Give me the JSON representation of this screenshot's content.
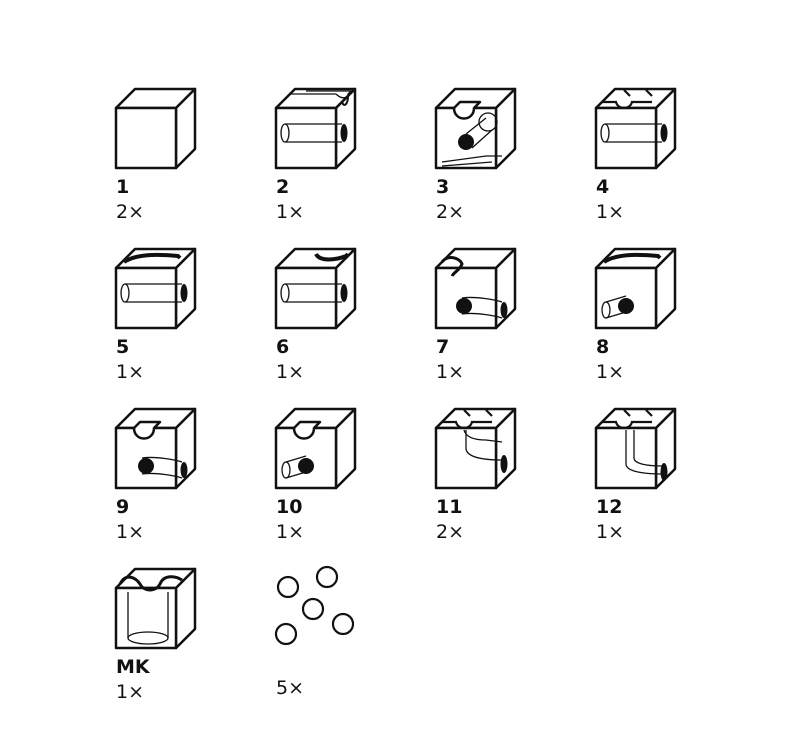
{
  "colors": {
    "ink": "#111111",
    "background": "#ffffff"
  },
  "parts": [
    {
      "id": "1",
      "count": "2×",
      "variant": "plain"
    },
    {
      "id": "2",
      "count": "1×",
      "variant": "side-channel-tube"
    },
    {
      "id": "3",
      "count": "2×",
      "variant": "front-notch-diagonal-ball"
    },
    {
      "id": "4",
      "count": "1×",
      "variant": "double-notch-tube"
    },
    {
      "id": "5",
      "count": "1×",
      "variant": "curve-tube"
    },
    {
      "id": "6",
      "count": "1×",
      "variant": "curve-right-tube"
    },
    {
      "id": "7",
      "count": "1×",
      "variant": "curve-left-ball-right"
    },
    {
      "id": "8",
      "count": "1×",
      "variant": "curve-ball-left"
    },
    {
      "id": "9",
      "count": "1×",
      "variant": "front-notch-ball-right"
    },
    {
      "id": "10",
      "count": "1×",
      "variant": "front-notch-ball-left"
    },
    {
      "id": "11",
      "count": "2×",
      "variant": "double-notch-drop"
    },
    {
      "id": "12",
      "count": "1×",
      "variant": "double-notch-drop-long"
    },
    {
      "id": "MK",
      "count": "1×",
      "variant": "open-cylinder"
    }
  ],
  "marbles": {
    "count": "5×",
    "quantity": 5
  }
}
